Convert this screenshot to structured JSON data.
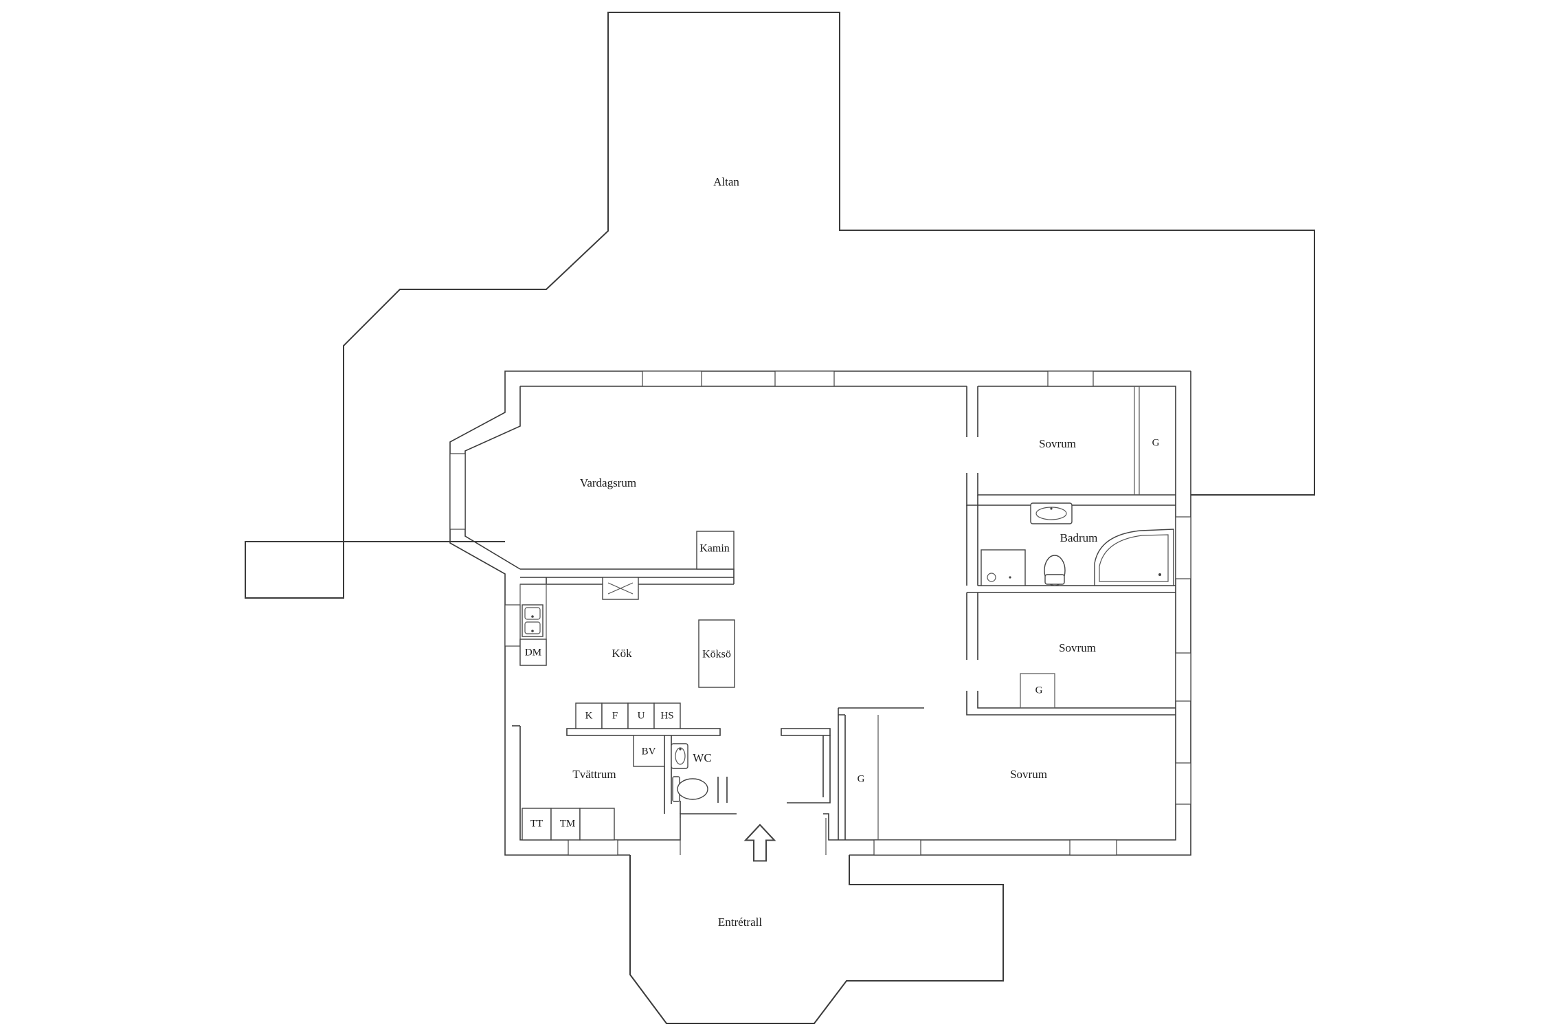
{
  "rooms": {
    "altan": "Altan",
    "vardagsrum": "Vardagsrum",
    "kok": "Kök",
    "tvattrum": "Tvättrum",
    "wc": "WC",
    "entretrall": "Entrétrall",
    "badrum": "Badrum",
    "sovrum_1": "Sovrum",
    "sovrum_2": "Sovrum",
    "sovrum_3": "Sovrum"
  },
  "fixtures": {
    "kamin": "Kamin",
    "koksö": "Köksö",
    "dm": "DM",
    "k": "K",
    "f": "F",
    "u": "U",
    "hs": "HS",
    "bv": "BV",
    "tt": "TT",
    "tm": "TM",
    "g_1": "G",
    "g_2": "G",
    "g_3": "G"
  },
  "icons": {
    "entrance": "arrow-up-icon",
    "sink": "sink-icon",
    "toilet": "toilet-icon",
    "bathtub": "corner-bathtub-icon",
    "shower": "shower-icon",
    "hood": "range-hood-icon"
  }
}
